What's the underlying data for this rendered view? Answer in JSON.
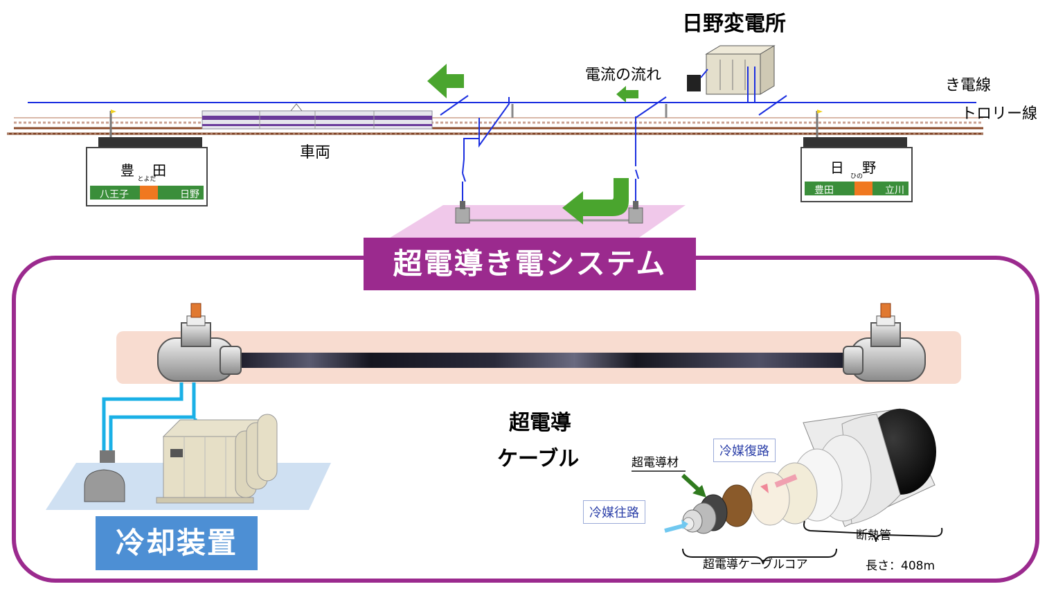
{
  "labels": {
    "substation": "日野変電所",
    "feeder_line": "き電線",
    "trolley_line": "トロリー線",
    "current_flow": "電流の流れ",
    "vehicle": "車両",
    "system_title": "超電導き電システム",
    "cable_title_1": "超電導",
    "cable_title_2": "ケーブル",
    "cooling_unit": "冷却装置",
    "sc_material": "超電導材",
    "coolant_return": "冷媒復路",
    "coolant_outbound": "冷媒往路",
    "insulation_pipe": "断熱管",
    "cable_core": "超電導ケーブルコア",
    "length": "長さ：408m"
  },
  "station_left": {
    "name": "豊 田",
    "kana": "とよだ",
    "left": "八王子",
    "right": "日野"
  },
  "station_right": {
    "name": "日 野",
    "kana": "ひの",
    "left": "豊田",
    "right": "立川"
  },
  "colors": {
    "feeder": "#1a2ee0",
    "track": "#8a4a2a",
    "arrow": "#4aa52e",
    "banner": "#9b2a8e",
    "frame": "#9b2a8e",
    "cooling": "#4d8fd4",
    "pipe": "#1ab0e6"
  }
}
